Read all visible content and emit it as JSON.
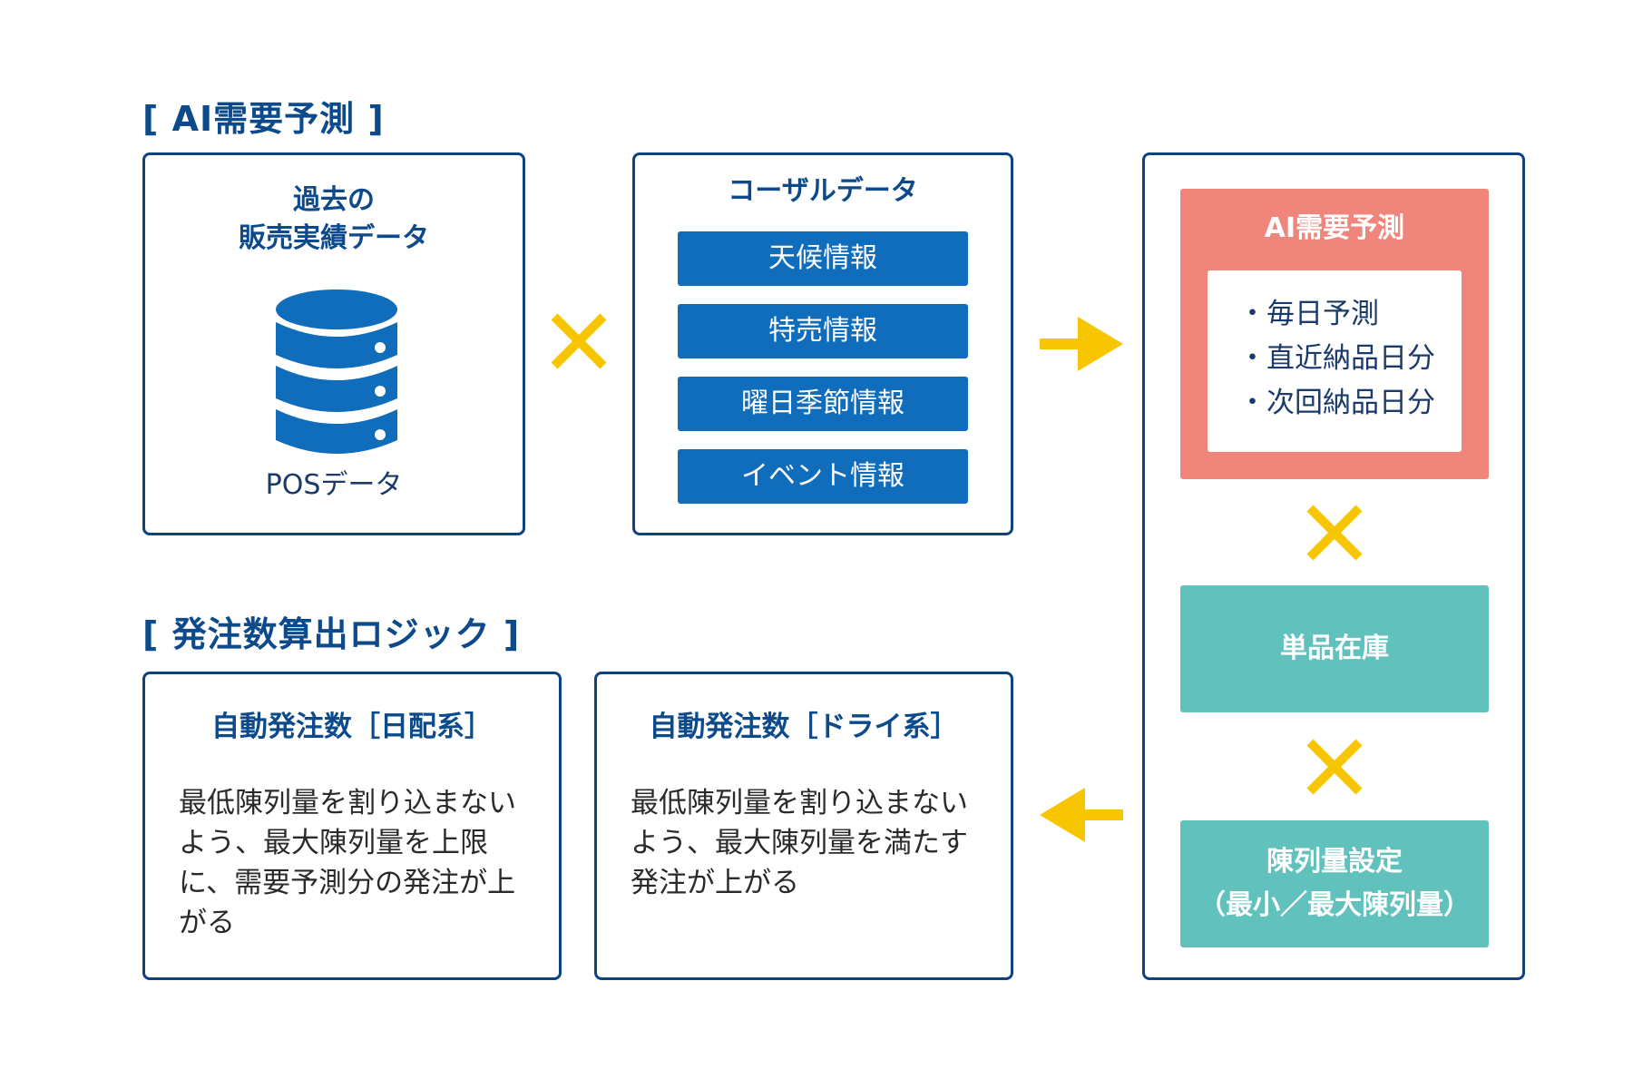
{
  "ai_section": {
    "title": "[ AI需要予測 ]",
    "pos_box": {
      "heading_line1": "過去の",
      "heading_line2": "販売実績データ",
      "icon": "database-icon",
      "label": "POSデータ"
    },
    "causal_box": {
      "heading": "コーザルデータ",
      "items": [
        "天候情報",
        "特売情報",
        "曜日季節情報",
        "イベント情報"
      ]
    }
  },
  "right_column": {
    "ai_forecast": {
      "title": "AI需要予測",
      "items": [
        "・毎日予測",
        "・直近納品日分",
        "・次回納品日分"
      ]
    },
    "stock": {
      "label": "単品在庫"
    },
    "display_setting": {
      "line1": "陳列量設定",
      "line2": "（最小／最大陳列量）"
    }
  },
  "logic_section": {
    "title": "[ 発注数算出ロジック ]",
    "daily": {
      "heading": "自動発注数［日配系］",
      "text": "最低陳列量を割り込まない\nよう、最大陳列量を上限\nに、需要予測分の発注が上\nがる"
    },
    "dry": {
      "heading": "自動発注数［ドライ系］",
      "text": "最低陳列量を割り込まない\nよう、最大陳列量を満たす\n発注が上がる"
    }
  },
  "colors": {
    "navy": "#10427f",
    "blue": "#0f6dbb",
    "salmon": "#f0857c",
    "teal": "#61c1bc",
    "yellow": "#f7c600"
  },
  "icons": [
    "database-icon",
    "multiply-icon",
    "arrow-right-icon",
    "arrow-left-icon"
  ]
}
